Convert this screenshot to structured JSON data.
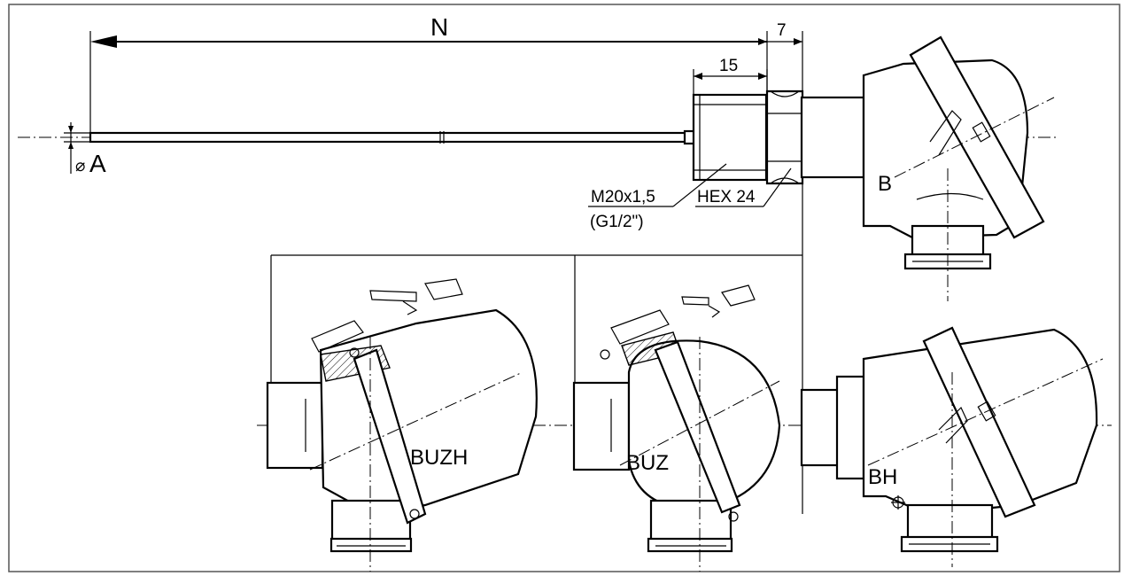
{
  "dimensions": {
    "length": "N",
    "offset": "7",
    "thread_length": "15",
    "diameter": "A",
    "diameter_symbol": "⌀",
    "thread": "M20x1,5",
    "thread_alt": "(G1/2\")",
    "hex": "HEX 24"
  },
  "heads": {
    "b": "B",
    "buzh": "BUZH",
    "buz": "BUZ",
    "bh": "BH"
  }
}
